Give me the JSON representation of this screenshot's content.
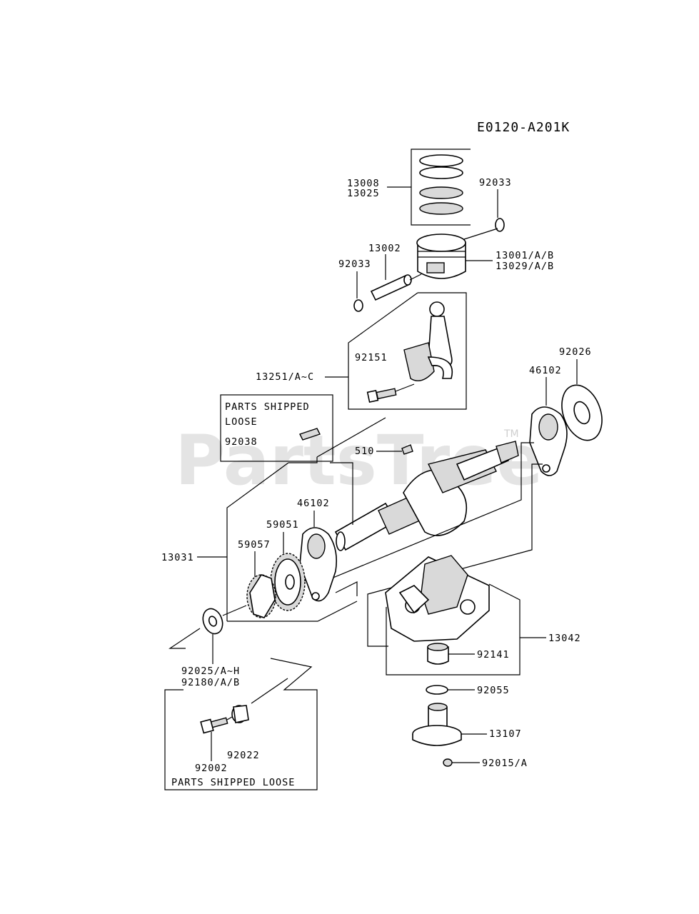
{
  "diagram_code": "E0120-A201K",
  "watermark": {
    "text": "PartsTree",
    "tm": "TM"
  },
  "boxes": {
    "loose_top_line1": "PARTS SHIPPED",
    "loose_top_line2": "LOOSE",
    "loose_bottom": "PARTS SHIPPED LOOSE"
  },
  "labels": {
    "p13008": "13008",
    "p13025": "13025",
    "p92033_right": "92033",
    "p13002": "13002",
    "p92033_left": "92033",
    "p13001": "13001/A/B",
    "p13029": "13029/A/B",
    "p92151": "92151",
    "p13251": "13251/A~C",
    "p92038": "92038",
    "p510": "510",
    "p92026": "92026",
    "p46102_right": "46102",
    "p46102_left": "46102",
    "p59051": "59051",
    "p59057": "59057",
    "p13031": "13031",
    "p92025": "92025/A~H",
    "p92180": "92180/A/B",
    "p92022": "92022",
    "p92002": "92002",
    "p13042": "13042",
    "p92141": "92141",
    "p92055": "92055",
    "p13107": "13107",
    "p92015": "92015/A"
  },
  "colors": {
    "line": "#000000",
    "shade": "#d9d9d9",
    "dark": "#9a9a9a",
    "watermark": "#cfcfcf"
  }
}
